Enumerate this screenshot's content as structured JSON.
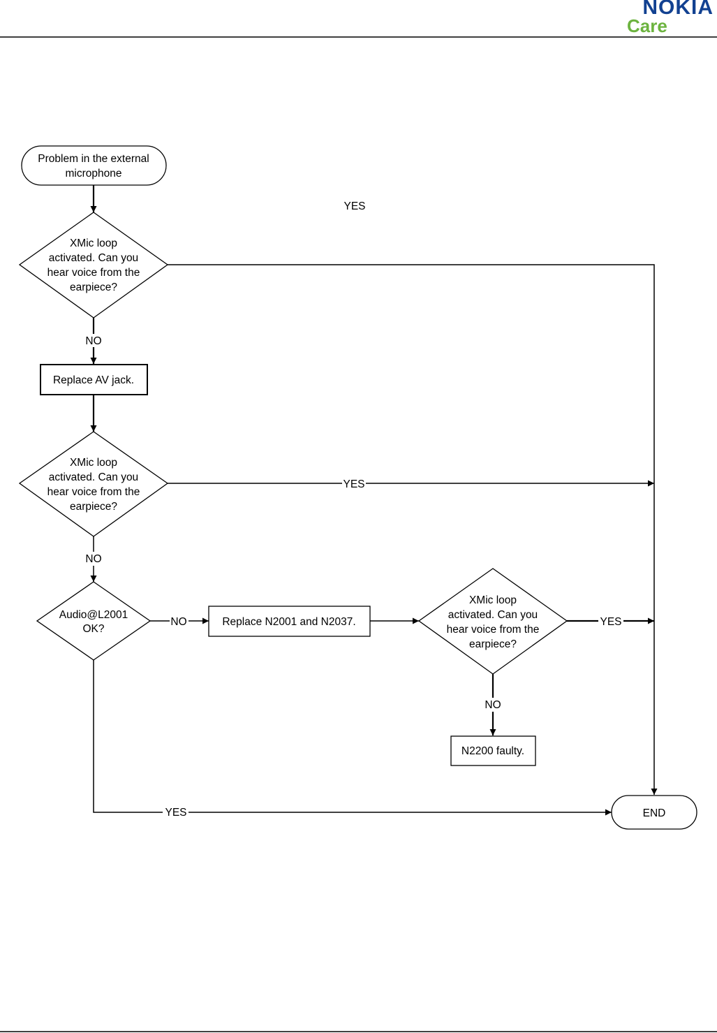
{
  "header": {
    "logo_brand": "NOKIA",
    "logo_sub": "Care",
    "brand_color": "#124191",
    "sub_color": "#6cb33f"
  },
  "flowchart": {
    "start": "Problem in the external|microphone",
    "decision1": "XMic loop|activated. Can you|hear voice from the|earpiece?",
    "label_yes_top": "YES",
    "label_no_1": "NO",
    "process1": "Replace AV jack.",
    "decision2": "XMic loop|activated. Can you|hear voice from the|earpiece?",
    "label_yes_2": "YES",
    "label_no_2": "NO",
    "decision3": "Audio@L2001|OK?",
    "label_no_3": "NO",
    "process2": "Replace N2001 and N2037.",
    "decision4": "XMic loop|activated. Can you|hear voice from the|earpiece?",
    "label_yes_4": "YES",
    "label_no_4": "NO",
    "process3": "N2200 faulty.",
    "label_yes_5": "YES",
    "end": "END"
  }
}
